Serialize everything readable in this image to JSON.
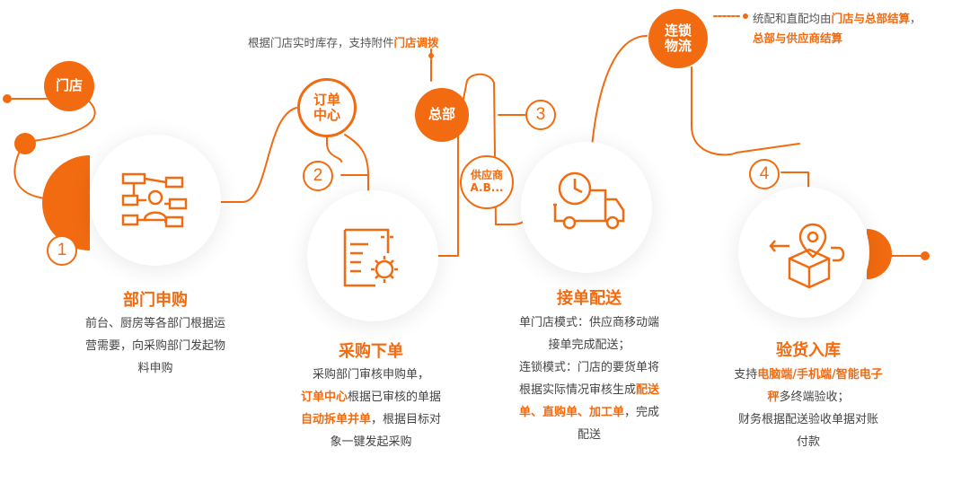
{
  "colors": {
    "accent": "#f26b10",
    "text": "#444444"
  },
  "nodes": {
    "store": "门店",
    "order_center": [
      "订单",
      "中心"
    ],
    "hq": "总部",
    "supplier": [
      "供应商",
      "A.B..."
    ],
    "logistics": [
      "连锁",
      "物流"
    ]
  },
  "steps": [
    {
      "num": "1",
      "title": "部门申购",
      "icon": "org-chart-icon",
      "lines": [
        [
          {
            "t": "前台、厨房等各部门根据运"
          }
        ],
        [
          {
            "t": "营需要，向采购部门发起物"
          }
        ],
        [
          {
            "t": "料申购"
          }
        ]
      ]
    },
    {
      "num": "2",
      "title": "采购下单",
      "icon": "document-gear-icon",
      "lines": [
        [
          {
            "t": "采购部门审核申购单，"
          }
        ],
        [
          {
            "t": "订单中心",
            "hl": true
          },
          {
            "t": "根据已审核的单据"
          }
        ],
        [
          {
            "t": "自动拆单并单",
            "hl": true
          },
          {
            "t": "，根据目标对"
          }
        ],
        [
          {
            "t": "象一键发起采购"
          }
        ]
      ]
    },
    {
      "num": "3",
      "title": "接单配送",
      "icon": "delivery-truck-icon",
      "lines": [
        [
          {
            "t": "单门店模式：供应商移动端"
          }
        ],
        [
          {
            "t": "接单完成配送；"
          }
        ],
        [
          {
            "t": "连锁模式：门店的要货单将"
          }
        ],
        [
          {
            "t": "根据实际情况审核生成"
          },
          {
            "t": "配送",
            "hl": true
          }
        ],
        [
          {
            "t": "单、直购单、加工单",
            "hl": true
          },
          {
            "t": "，完成"
          }
        ],
        [
          {
            "t": "配送"
          }
        ]
      ]
    },
    {
      "num": "4",
      "title": "验货入库",
      "icon": "package-location-icon",
      "lines": [
        [
          {
            "t": "支持"
          },
          {
            "t": "电脑端/手机端/智能电子",
            "hl": true
          }
        ],
        [
          {
            "t": "秤",
            "hl": true
          },
          {
            "t": "多终端验收；"
          }
        ],
        [
          {
            "t": "财务根据配送验收单据对账"
          }
        ],
        [
          {
            "t": "付款"
          }
        ]
      ]
    }
  ],
  "notes": {
    "transfer": [
      {
        "t": "根据门店实时库存，支持附件"
      },
      {
        "t": "门店调拨",
        "hl": true
      }
    ],
    "settlement_line1": [
      {
        "t": "统配和直配均由"
      },
      {
        "t": "门店与总部结算",
        "hl": true
      },
      {
        "t": "，"
      }
    ],
    "settlement_line2": [
      {
        "t": "总部与供应商结算",
        "hl": true
      }
    ]
  }
}
